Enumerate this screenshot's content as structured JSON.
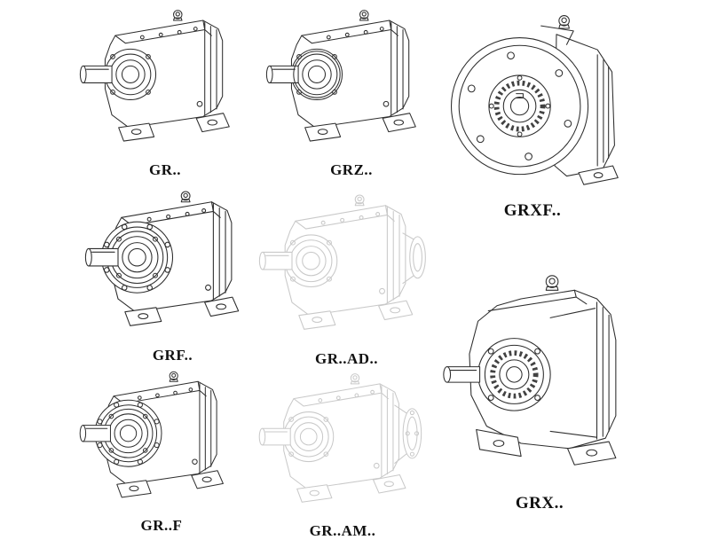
{
  "page": {
    "background": "#ffffff",
    "line_color": "#2e2e2e",
    "ghost_line_color": "#c9c9c9",
    "label_color": "#111111"
  },
  "items": [
    {
      "id": "gr",
      "label": "GR..",
      "style": "solid"
    },
    {
      "id": "grz",
      "label": "GRZ..",
      "style": "solid"
    },
    {
      "id": "grxf",
      "label": "GRXF..",
      "style": "solid"
    },
    {
      "id": "grf",
      "label": "GRF..",
      "style": "solid"
    },
    {
      "id": "grad",
      "label": "GR..AD..",
      "style": "ghost"
    },
    {
      "id": "grff",
      "label": "GR..F",
      "style": "solid"
    },
    {
      "id": "gram",
      "label": "GR..AM..",
      "style": "ghost"
    },
    {
      "id": "grx",
      "label": "GRX..",
      "style": "solid"
    }
  ]
}
